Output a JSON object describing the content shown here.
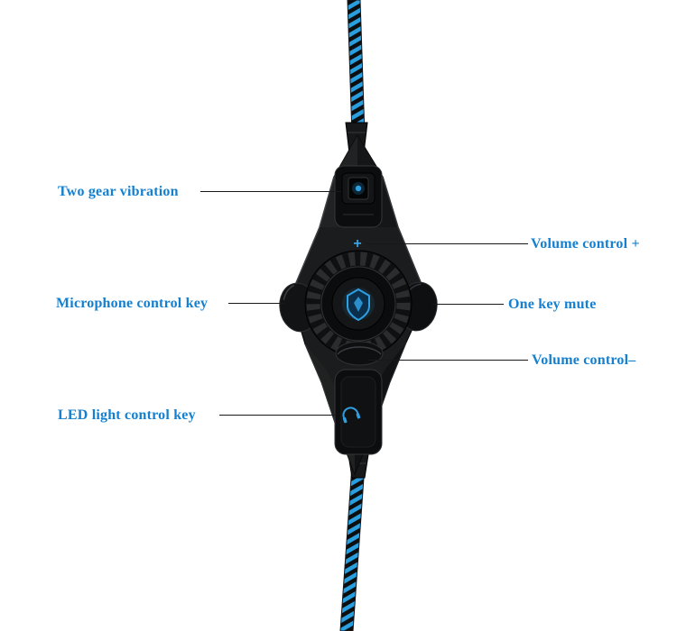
{
  "callouts": {
    "two_gear_vibration": "Two gear vibration",
    "volume_plus": "Volume control +",
    "microphone_control": "Microphone control key",
    "one_key_mute": "One key mute",
    "volume_minus": "Volume control–",
    "led_control": "LED light control key"
  },
  "device": {
    "volume_plus_glyph": "+",
    "colors": {
      "accent_blue": "#2f9fe2",
      "cable_blue": "#2a9fe0",
      "body_black": "#141414",
      "label_blue": "#1580cf",
      "background": "#ffffff"
    }
  }
}
